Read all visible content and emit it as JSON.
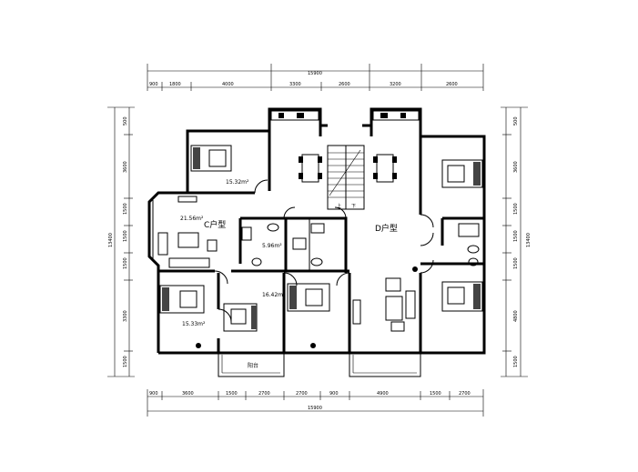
{
  "plan": {
    "top_total": "15900",
    "top_segments": [
      "900",
      "1800",
      "4000",
      "3300",
      "2600",
      "3200",
      "2600"
    ],
    "bottom_total": "15900",
    "bottom_segments": [
      "900",
      "3600",
      "1500",
      "2700",
      "2700",
      "900",
      "4900",
      "1500",
      "2700"
    ],
    "left_total": "13400",
    "left_segments": [
      "500",
      "3600",
      "1500",
      "1500",
      "1500",
      "3300",
      "1500"
    ],
    "right_total": "13400",
    "right_segments": [
      "500",
      "3600",
      "1500",
      "1500",
      "1500",
      "4800",
      "1500"
    ],
    "rooms": {
      "bed_top_left": "15.32m²",
      "living_left": "21.56m²",
      "unit_a": "C户型",
      "bath_left": "5.96m²",
      "bed_left_mid": "15.33m²",
      "bed_center": "16.42m²",
      "unit_b": "D户型",
      "balcony": "阳台"
    },
    "stair_marks": [
      "上",
      "下"
    ]
  }
}
